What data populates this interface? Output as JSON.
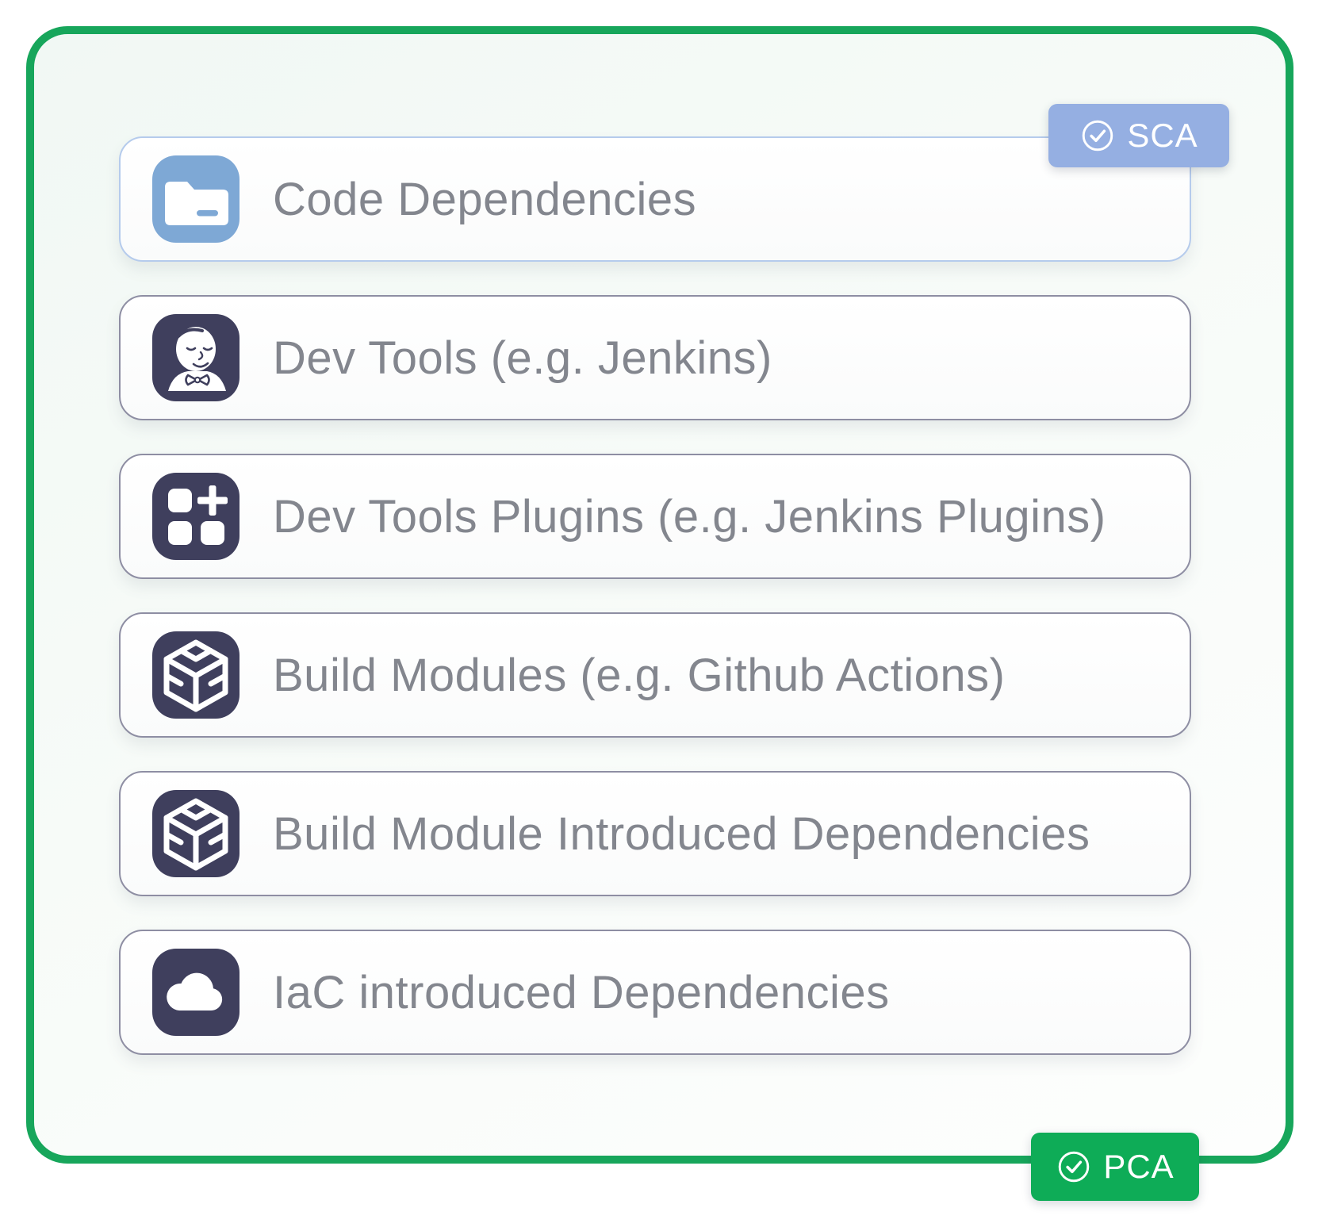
{
  "diagram": {
    "badges": {
      "sca": {
        "label": "SCA",
        "icon": "check-circle-icon"
      },
      "pca": {
        "label": "PCA",
        "icon": "check-circle-icon"
      }
    },
    "rows": [
      {
        "label": "Code Dependencies",
        "icon": "folder-minus-icon",
        "variant": "blue"
      },
      {
        "label": "Dev Tools (e.g. Jenkins)",
        "icon": "jenkins-butler-icon",
        "variant": "default"
      },
      {
        "label": "Dev Tools Plugins (e.g. Jenkins Plugins)",
        "icon": "plugins-icon",
        "variant": "default"
      },
      {
        "label": "Build Modules (e.g. Github Actions)",
        "icon": "module-cube-icon",
        "variant": "default"
      },
      {
        "label": "Build Module Introduced Dependencies",
        "icon": "module-cube-icon",
        "variant": "default"
      },
      {
        "label": "IaC introduced Dependencies",
        "icon": "cloud-icon",
        "variant": "default"
      }
    ]
  },
  "colors": {
    "container_border_green": "#17A65B",
    "pca_badge_green": "#0EAC57",
    "sca_badge_blue": "#95AFE2",
    "highlight_row_border_blue": "#B5CBEC",
    "row_border_gray": "#8E8EA3",
    "icon_navy": "#3F3F5D",
    "icon_blue": "#7EA8D5",
    "label_gray": "#83868E"
  }
}
